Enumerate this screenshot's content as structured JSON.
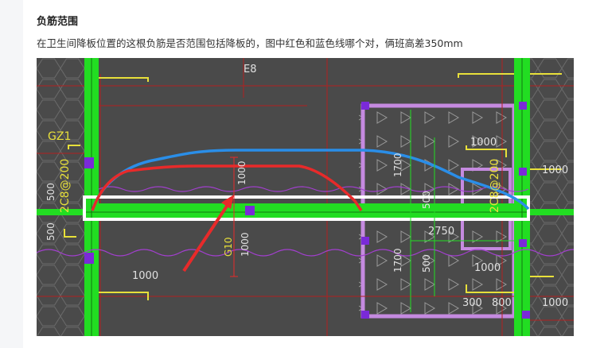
{
  "post": {
    "title": "负筋范围",
    "description": "在卫生间降板位置的这根负筋是否范围包括降板的，图中红色和蓝色线哪个对，俩班高差350mm"
  },
  "drawing": {
    "labels": {
      "top_axis": "E8",
      "gz": "GZ1",
      "rebar_left": "2C8@200",
      "rebar_right": "2C8@200",
      "dim_1000_vertical_top": "1000",
      "dim_1000_vertical_bottom": "1000",
      "g10": "G10",
      "dim_1000_left": "1000",
      "dim_500_a": "500",
      "dim_500_b": "500",
      "dim_1700_top": "1700",
      "dim_1700_bottom": "1700",
      "dim_500_mid": "500",
      "dim_500_mid2": "500",
      "dim_2750": "2750",
      "dim_1000_r1": "1000",
      "dim_1000_r2": "1000",
      "dim_1000_r3": "1000",
      "dim_1000_r4": "1000",
      "dim_300": "300",
      "dim_800": "800"
    },
    "colors": {
      "background": "#4a4a4a",
      "wall": "#22dd22",
      "blue_line": "#2a8ee8",
      "red_line": "#e82a2a",
      "highlight_box": "#ffffff",
      "recess_outline": "#c58ae0"
    }
  }
}
